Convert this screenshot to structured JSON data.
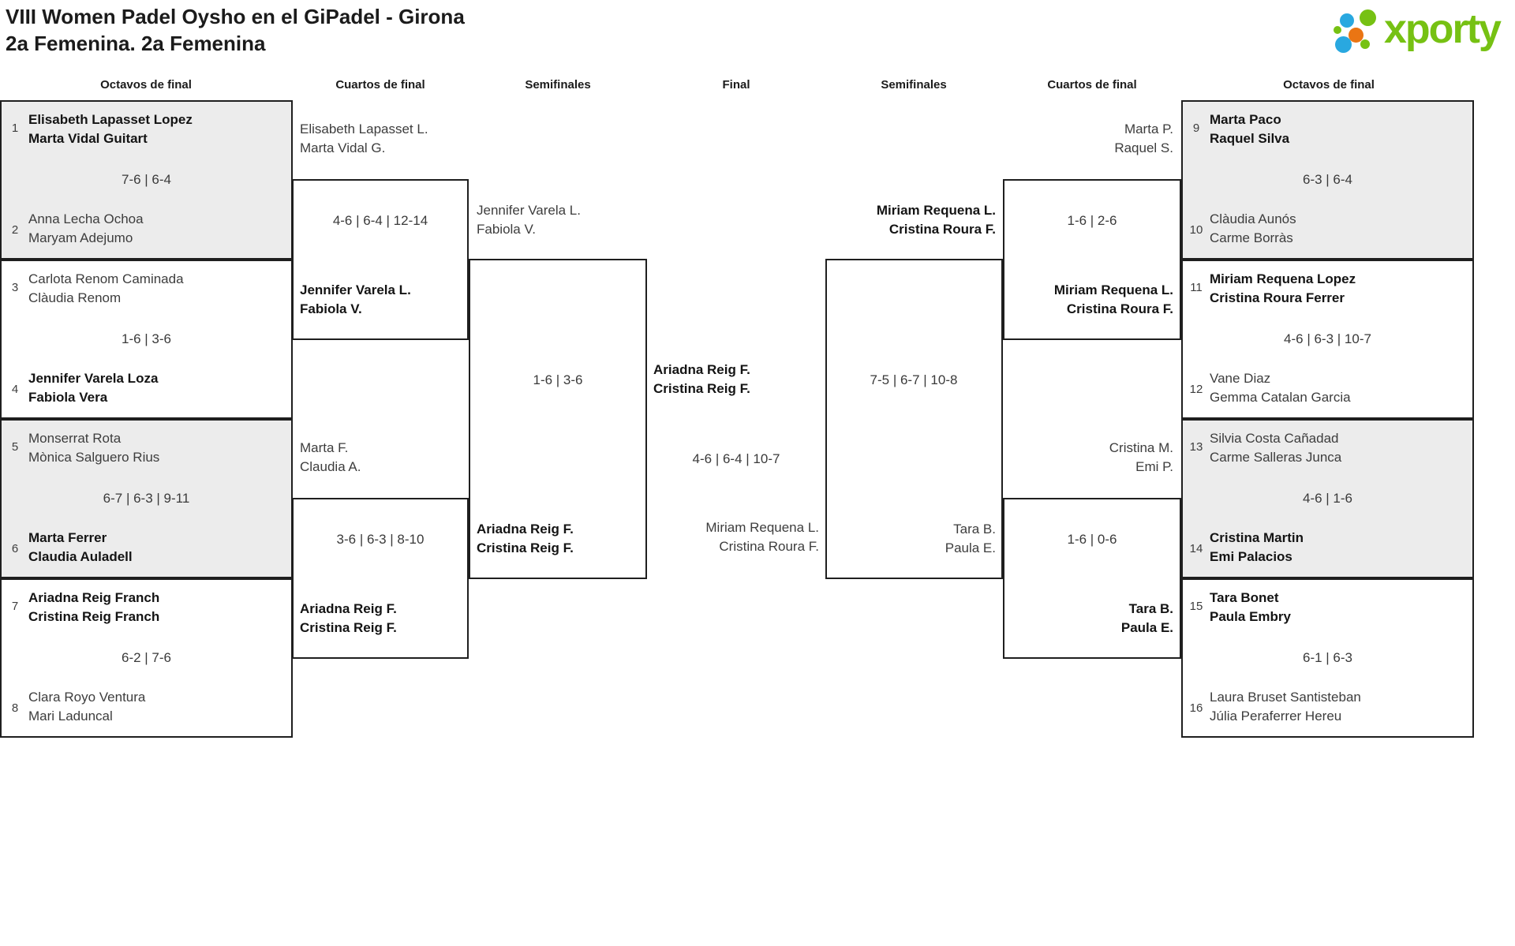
{
  "title": {
    "line1": "VIII Women Padel Oysho en el GiPadel - Girona",
    "line2": "2a Femenina. 2a Femenina"
  },
  "logo": {
    "text": "xporty",
    "green": "#76c113",
    "blue": "#29a8e0",
    "orange": "#ea7513"
  },
  "colors": {
    "box_shade": "#ececec",
    "line": "#1f1f1f",
    "winner_text": "#141414",
    "regular_text": "#3d3d3d"
  },
  "headers": [
    "Octavos de final",
    "Cuartos de final",
    "Semifinales",
    "Final",
    "Semifinales",
    "Cuartos de final",
    "Octavos de final"
  ],
  "bracket": {
    "r16": [
      {
        "seed1": "1",
        "team1": [
          "Elisabeth Lapasset Lopez",
          "Marta Vidal Guitart"
        ],
        "winner1": true,
        "score": "7-6 | 6-4",
        "seed2": "2",
        "team2": [
          "Anna Lecha Ochoa",
          "Maryam Adejumo"
        ],
        "winner2": false
      },
      {
        "seed1": "3",
        "team1": [
          "Carlota Renom Caminada",
          "Clàudia Renom"
        ],
        "winner1": false,
        "score": "1-6 | 3-6",
        "seed2": "4",
        "team2": [
          "Jennifer Varela Loza",
          "Fabiola Vera"
        ],
        "winner2": true
      },
      {
        "seed1": "5",
        "team1": [
          "Monserrat Rota",
          "Mònica Salguero Rius"
        ],
        "winner1": false,
        "score": "6-7 | 6-3 | 9-11",
        "seed2": "6",
        "team2": [
          "Marta Ferrer",
          "Claudia Auladell"
        ],
        "winner2": true
      },
      {
        "seed1": "7",
        "team1": [
          "Ariadna Reig Franch",
          "Cristina Reig Franch"
        ],
        "winner1": true,
        "score": "6-2 | 7-6",
        "seed2": "8",
        "team2": [
          "Clara Royo Ventura",
          "Mari Laduncal"
        ],
        "winner2": false
      },
      {
        "seed1": "9",
        "team1": [
          "Marta Paco",
          "Raquel Silva"
        ],
        "winner1": true,
        "score": "6-3 | 6-4",
        "seed2": "10",
        "team2": [
          "Clàudia Aunós",
          "Carme Borràs"
        ],
        "winner2": false
      },
      {
        "seed1": "11",
        "team1": [
          "Miriam Requena Lopez",
          "Cristina Roura Ferrer"
        ],
        "winner1": true,
        "score": "4-6 | 6-3 | 10-7",
        "seed2": "12",
        "team2": [
          "Vane Diaz",
          "Gemma Catalan Garcia"
        ],
        "winner2": false
      },
      {
        "seed1": "13",
        "team1": [
          "Silvia Costa Cañadad",
          "Carme Salleras Junca"
        ],
        "winner1": false,
        "score": "4-6 | 1-6",
        "seed2": "14",
        "team2": [
          "Cristina Martin",
          "Emi Palacios"
        ],
        "winner2": true
      },
      {
        "seed1": "15",
        "team1": [
          "Tara Bonet",
          "Paula Embry"
        ],
        "winner1": true,
        "score": "6-1 | 6-3",
        "seed2": "16",
        "team2": [
          "Laura Bruset Santisteban",
          "Júlia Peraferrer Hereu"
        ],
        "winner2": false
      }
    ],
    "qf": [
      {
        "team1": [
          "Elisabeth Lapasset L.",
          "Marta Vidal G."
        ],
        "winner1": false,
        "score": "4-6 | 6-4 | 12-14",
        "team2": [
          "Jennifer Varela L.",
          "Fabiola V."
        ],
        "winner2": true
      },
      {
        "team1": [
          "Marta F.",
          "Claudia A."
        ],
        "winner1": false,
        "score": "3-6 | 6-3 | 8-10",
        "team2": [
          "Ariadna Reig F.",
          "Cristina Reig F."
        ],
        "winner2": true
      },
      {
        "team1": [
          "Marta P.",
          "Raquel S."
        ],
        "winner1": false,
        "score": "1-6 | 2-6",
        "team2": [
          "Miriam Requena L.",
          "Cristina Roura F."
        ],
        "winner2": true
      },
      {
        "team1": [
          "Cristina M.",
          "Emi P."
        ],
        "winner1": false,
        "score": "1-6 | 0-6",
        "team2": [
          "Tara B.",
          "Paula E."
        ],
        "winner2": true
      }
    ],
    "sf": [
      {
        "team1": [
          "Jennifer Varela L.",
          "Fabiola V."
        ],
        "winner1": false,
        "score": "1-6 | 3-6",
        "team2": [
          "Ariadna Reig F.",
          "Cristina Reig F."
        ],
        "winner2": true
      },
      {
        "team1": [
          "Miriam Requena L.",
          "Cristina Roura F."
        ],
        "winner1": true,
        "score": "7-5 | 6-7 | 10-8",
        "team2": [
          "Tara B.",
          "Paula E."
        ],
        "winner2": false
      }
    ],
    "final": {
      "team1": [
        "Ariadna Reig F.",
        "Cristina Reig F."
      ],
      "winner1": true,
      "score": "4-6 | 6-4 | 10-7",
      "team2": [
        "Miriam Requena L.",
        "Cristina Roura F."
      ],
      "winner2": false
    }
  }
}
